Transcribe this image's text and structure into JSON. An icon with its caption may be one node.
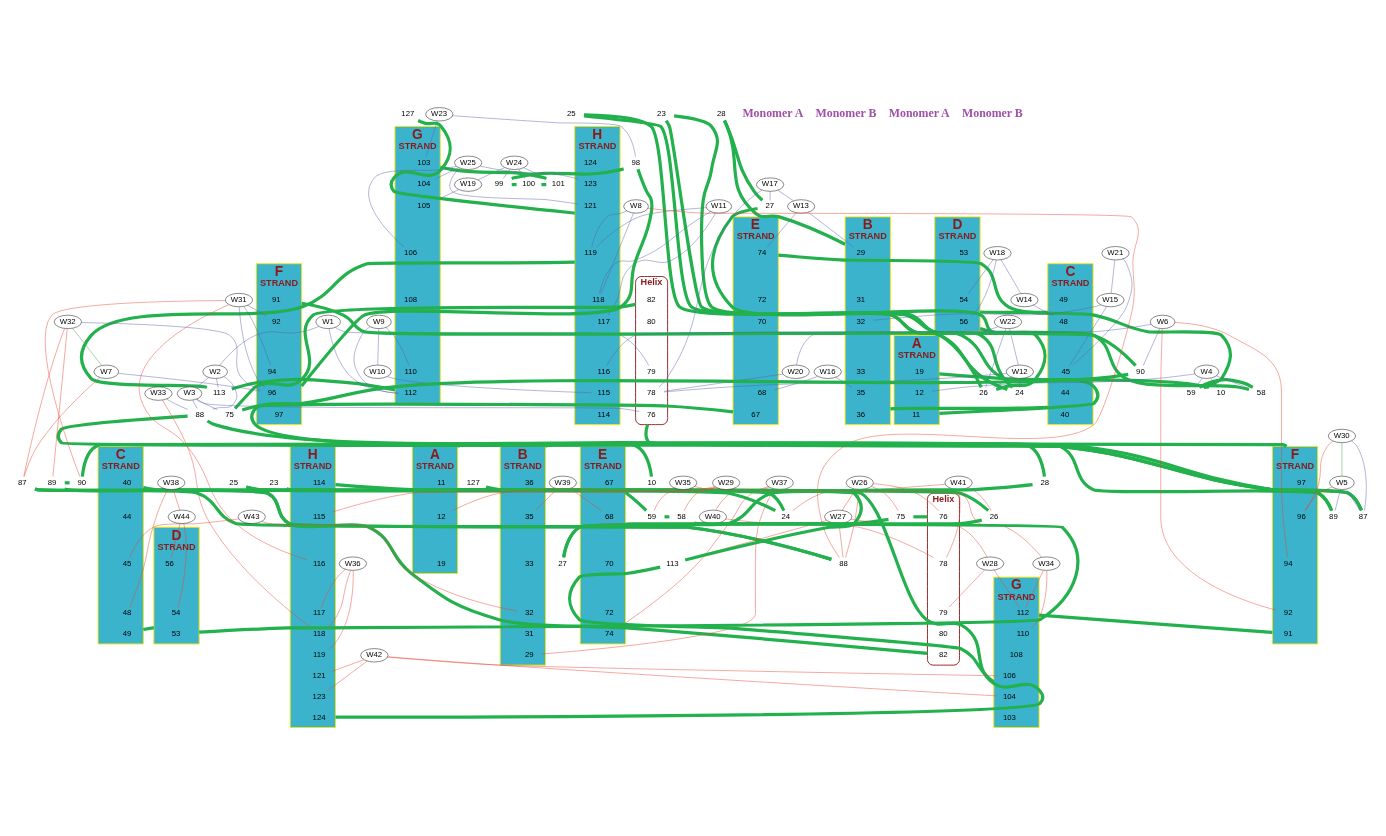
{
  "diagram": {
    "nodes": [
      {
        "text": [
          "A",
          "STRAND"
        ]
      },
      {
        "text": [
          "19"
        ],
        "in": 0
      },
      {
        "text": [
          "12"
        ],
        "in": 0
      },
      {
        "text": [
          "11"
        ],
        "in": 0
      },
      {
        "text": [
          "10"
        ]
      },
      {
        "text": [
          "D",
          "STRAND"
        ]
      },
      {
        "text": [
          "53"
        ],
        "in": 5
      },
      {
        "text": [
          "54"
        ],
        "in": 5
      },
      {
        "text": [
          "56"
        ],
        "in": 5
      },
      {
        "text": [
          "58"
        ]
      },
      {
        "text": [
          "59"
        ]
      },
      {
        "text": [
          "W4"
        ]
      },
      {
        "text": [
          "W18"
        ]
      },
      {
        "text": [
          "C",
          "STRAND"
        ]
      },
      {
        "text": [
          "49"
        ],
        "in": 13
      },
      {
        "text": [
          "48"
        ],
        "in": 13
      },
      {
        "text": [
          "45"
        ],
        "in": 13
      },
      {
        "text": [
          "44"
        ],
        "in": 13
      },
      {
        "text": [
          "40"
        ],
        "in": 13
      },
      {
        "text": [
          "W14"
        ]
      },
      {
        "text": [
          "W21"
        ]
      },
      {
        "text": [
          "W15"
        ]
      },
      {
        "text": [
          "23"
        ]
      },
      {
        "text": [
          "24"
        ]
      },
      {
        "text": [
          "25"
        ]
      },
      {
        "text": [
          "26"
        ]
      },
      {
        "text": [
          "27"
        ]
      },
      {
        "text": [
          "28"
        ]
      },
      {
        "text": [
          "B",
          "STRAND"
        ]
      },
      {
        "text": [
          "29"
        ],
        "in": 28
      },
      {
        "text": [
          "31"
        ],
        "in": 28
      },
      {
        "text": [
          "32"
        ],
        "in": 28
      },
      {
        "text": [
          "33"
        ],
        "in": 28
      },
      {
        "text": [
          "35"
        ],
        "in": 28
      },
      {
        "text": [
          "36"
        ],
        "in": 28
      },
      {
        "text": [
          "W22"
        ]
      },
      {
        "text": [
          "W20"
        ]
      },
      {
        "text": [
          "W12"
        ]
      },
      {
        "text": [
          "W17"
        ]
      },
      {
        "text": [
          "W13"
        ]
      },
      {
        "text": [
          "W16"
        ]
      },
      {
        "text": [
          "W24"
        ]
      },
      {
        "text": [
          "W19"
        ]
      },
      {
        "text": [
          "98"
        ]
      },
      {
        "text": [
          "99"
        ]
      },
      {
        "text": [
          "100"
        ]
      },
      {
        "text": [
          "101"
        ]
      },
      {
        "text": [
          "W23"
        ]
      },
      {
        "text": [
          "G",
          "STRAND"
        ]
      },
      {
        "text": [
          "103"
        ],
        "in": 48
      },
      {
        "text": [
          "104"
        ],
        "in": 48
      },
      {
        "text": [
          "105"
        ],
        "in": 48
      },
      {
        "text": [
          "106"
        ],
        "in": 48
      },
      {
        "text": [
          "108"
        ],
        "in": 48
      },
      {
        "text": [
          "110"
        ],
        "in": 48
      },
      {
        "text": [
          "112"
        ],
        "in": 48
      },
      {
        "text": [
          "W25"
        ]
      },
      {
        "text": [
          "H",
          "STRAND"
        ]
      },
      {
        "text": [
          "124"
        ],
        "in": 57
      },
      {
        "text": [
          "123"
        ],
        "in": 57
      },
      {
        "text": [
          "121"
        ],
        "in": 57
      },
      {
        "text": [
          "119"
        ],
        "in": 57
      },
      {
        "text": [
          "118"
        ],
        "in": 57
      },
      {
        "text": [
          "117"
        ],
        "in": 57
      },
      {
        "text": [
          "116"
        ],
        "in": 57
      },
      {
        "text": [
          "115"
        ],
        "in": 57
      },
      {
        "text": [
          "114"
        ],
        "in": 57
      },
      {
        "text": [
          "127"
        ]
      },
      {
        "text": [
          "W11"
        ]
      },
      {
        "text": [
          "W9"
        ]
      },
      {
        "text": [
          "W10"
        ]
      },
      {
        "text": [
          "113"
        ]
      },
      {
        "text": [
          "Helix"
        ]
      },
      {
        "text": [
          "82"
        ],
        "in": 72
      },
      {
        "text": [
          "80"
        ],
        "in": 72
      },
      {
        "text": [
          "79"
        ],
        "in": 72
      },
      {
        "text": [
          "78"
        ],
        "in": 72
      },
      {
        "text": [
          "76"
        ],
        "in": 72
      },
      {
        "text": [
          "75"
        ]
      },
      {
        "text": [
          "W1"
        ]
      },
      {
        "text": [
          "W2"
        ]
      },
      {
        "text": [
          "W3"
        ]
      },
      {
        "text": [
          "E",
          "STRAND"
        ]
      },
      {
        "text": [
          "74"
        ],
        "in": 82
      },
      {
        "text": [
          "72"
        ],
        "in": 82
      },
      {
        "text": [
          "70"
        ],
        "in": 82
      },
      {
        "text": [
          "68"
        ],
        "in": 82
      },
      {
        "text": [
          "67"
        ],
        "in": 82
      },
      {
        "text": [
          "87"
        ]
      },
      {
        "text": [
          "88"
        ]
      },
      {
        "text": [
          "89"
        ]
      },
      {
        "text": [
          "90"
        ]
      },
      {
        "text": [
          "F",
          "STRAND"
        ]
      },
      {
        "text": [
          "91"
        ],
        "in": 92
      },
      {
        "text": [
          "92"
        ],
        "in": 92
      },
      {
        "text": [
          "94"
        ],
        "in": 92
      },
      {
        "text": [
          "96"
        ],
        "in": 92
      },
      {
        "text": [
          "97"
        ],
        "in": 92
      },
      {
        "text": [
          "W30"
        ]
      },
      {
        "text": [
          "W5"
        ]
      },
      {
        "text": [
          "W6"
        ]
      },
      {
        "text": [
          "W8"
        ]
      },
      {
        "text": [
          "W33"
        ]
      },
      {
        "text": [
          "W31"
        ]
      },
      {
        "text": [
          "W32"
        ]
      },
      {
        "text": [
          "W7"
        ]
      },
      {
        "text": [
          "F",
          "STRAND"
        ]
      },
      {
        "text": [
          "97"
        ],
        "in": 106
      },
      {
        "text": [
          "96"
        ],
        "in": 106
      },
      {
        "text": [
          "94"
        ],
        "in": 106
      },
      {
        "text": [
          "92"
        ],
        "in": 106
      },
      {
        "text": [
          "91"
        ],
        "in": 106
      },
      {
        "text": [
          "90"
        ]
      },
      {
        "text": [
          "89"
        ]
      },
      {
        "text": [
          "88"
        ]
      },
      {
        "text": [
          "87"
        ]
      },
      {
        "text": [
          "E",
          "STRAND"
        ]
      },
      {
        "text": [
          "67"
        ],
        "in": 116
      },
      {
        "text": [
          "68"
        ],
        "in": 116
      },
      {
        "text": [
          "70"
        ],
        "in": 116
      },
      {
        "text": [
          "72"
        ],
        "in": 116
      },
      {
        "text": [
          "74"
        ],
        "in": 116
      },
      {
        "text": [
          "75"
        ]
      },
      {
        "text": [
          "Helix"
        ]
      },
      {
        "text": [
          "76"
        ],
        "in": 123
      },
      {
        "text": [
          "78"
        ],
        "in": 123
      },
      {
        "text": [
          "79"
        ],
        "in": 123
      },
      {
        "text": [
          "80"
        ],
        "in": 123
      },
      {
        "text": [
          "82"
        ],
        "in": 123
      },
      {
        "text": [
          "W26"
        ]
      },
      {
        "text": [
          "W27"
        ]
      },
      {
        "text": [
          "W28"
        ]
      },
      {
        "text": [
          "W39"
        ]
      },
      {
        "text": [
          "W37"
        ]
      },
      {
        "text": [
          "W40"
        ]
      },
      {
        "text": [
          "W41"
        ]
      },
      {
        "text": [
          "B",
          "STRAND"
        ]
      },
      {
        "text": [
          "36"
        ],
        "in": 136
      },
      {
        "text": [
          "35"
        ],
        "in": 136
      },
      {
        "text": [
          "33"
        ],
        "in": 136
      },
      {
        "text": [
          "32"
        ],
        "in": 136
      },
      {
        "text": [
          "31"
        ],
        "in": 136
      },
      {
        "text": [
          "29"
        ],
        "in": 136
      },
      {
        "text": [
          "28"
        ]
      },
      {
        "text": [
          "27"
        ]
      },
      {
        "text": [
          "26"
        ]
      },
      {
        "text": [
          "25"
        ]
      },
      {
        "text": [
          "24"
        ]
      },
      {
        "text": [
          "23"
        ]
      },
      {
        "text": [
          "W43"
        ]
      },
      {
        "text": [
          "C",
          "STRAND"
        ]
      },
      {
        "text": [
          "40"
        ],
        "in": 150
      },
      {
        "text": [
          "44"
        ],
        "in": 150
      },
      {
        "text": [
          "45"
        ],
        "in": 150
      },
      {
        "text": [
          "48"
        ],
        "in": 150
      },
      {
        "text": [
          "49"
        ],
        "in": 150
      },
      {
        "text": [
          "W38"
        ]
      },
      {
        "text": [
          "W44"
        ]
      },
      {
        "text": [
          "113"
        ]
      },
      {
        "text": [
          "H",
          "STRAND"
        ]
      },
      {
        "text": [
          "114"
        ],
        "in": 159
      },
      {
        "text": [
          "115"
        ],
        "in": 159
      },
      {
        "text": [
          "116"
        ],
        "in": 159
      },
      {
        "text": [
          "117"
        ],
        "in": 159
      },
      {
        "text": [
          "118"
        ],
        "in": 159
      },
      {
        "text": [
          "119"
        ],
        "in": 159
      },
      {
        "text": [
          "121"
        ],
        "in": 159
      },
      {
        "text": [
          "123"
        ],
        "in": 159
      },
      {
        "text": [
          "124"
        ],
        "in": 159
      },
      {
        "text": [
          "127"
        ]
      },
      {
        "text": [
          "W35"
        ]
      },
      {
        "text": [
          "W34"
        ]
      },
      {
        "text": [
          "W36"
        ]
      },
      {
        "text": [
          "G",
          "STRAND"
        ]
      },
      {
        "text": [
          "112"
        ],
        "in": 173
      },
      {
        "text": [
          "110"
        ],
        "in": 173
      },
      {
        "text": [
          "108"
        ],
        "in": 173
      },
      {
        "text": [
          "106"
        ],
        "in": 173
      },
      {
        "text": [
          "104"
        ],
        "in": 173
      },
      {
        "text": [
          "103"
        ],
        "in": 173
      },
      {
        "text": [
          "W42"
        ]
      },
      {
        "text": [
          "10"
        ]
      },
      {
        "text": [
          "A",
          "STRAND"
        ]
      },
      {
        "text": [
          "11"
        ],
        "in": 182
      },
      {
        "text": [
          "12"
        ],
        "in": 182
      },
      {
        "text": [
          "19"
        ],
        "in": 182
      },
      {
        "text": [
          "W29"
        ]
      },
      {
        "text": [
          "59"
        ]
      },
      {
        "text": [
          "58"
        ]
      },
      {
        "text": [
          "D",
          "STRAND"
        ]
      },
      {
        "text": [
          "56"
        ],
        "in": 189
      },
      {
        "text": [
          "54"
        ],
        "in": 189
      },
      {
        "text": [
          "53"
        ],
        "in": 189
      }
    ],
    "edges": [
      {
        "from": 11,
        "to": 2,
        "arrow": "none",
        "color": "#5b5ea6"
      },
      {
        "from": 11,
        "to": 4,
        "arrow": "none",
        "color": "#5b5ea6"
      },
      {
        "from": 11,
        "to": 9,
        "arrow": "none",
        "color": "#5b5ea6"
      },
      {
        "from": 11,
        "to": 10,
        "arrow": "none",
        "color": "#5b5ea6"
      },
      {
        "from": 12,
        "to": 7,
        "arrow": "none",
        "color": "#5b5ea6"
      },
      {
        "from": 12,
        "to": 8,
        "arrow": "none",
        "color": "#5b5ea6"
      },
      {
        "from": 12,
        "to": 19,
        "arrow": "none",
        "color": "#5b5ea6"
      },
      {
        "from": 19,
        "to": 15,
        "arrow": "none",
        "color": "#5b5ea6"
      },
      {
        "from": 20,
        "to": 16,
        "arrow": "none",
        "color": "#5b5ea6"
      },
      {
        "from": 20,
        "to": 21,
        "arrow": "none",
        "color": "#5b5ea6"
      },
      {
        "from": 21,
        "to": 16,
        "arrow": "none",
        "color": "#5b5ea6"
      },
      {
        "from": 21,
        "to": 31,
        "arrow": "none",
        "color": "#5b5ea6"
      },
      {
        "from": 35,
        "to": 36,
        "arrow": "none",
        "color": "#5b5ea6"
      },
      {
        "from": 35,
        "to": 25,
        "arrow": "none",
        "color": "#5b5ea6"
      },
      {
        "from": 35,
        "to": 37,
        "arrow": "none",
        "color": "#5b5ea6"
      },
      {
        "from": 37,
        "to": 23,
        "arrow": "none",
        "color": "#5b5ea6"
      },
      {
        "from": 37,
        "to": 25,
        "arrow": "none",
        "color": "#5b5ea6"
      },
      {
        "from": 37,
        "to": 76,
        "arrow": "none",
        "color": "#5b5ea6"
      },
      {
        "from": 36,
        "to": 76,
        "arrow": "none",
        "color": "#5b5ea6"
      },
      {
        "from": 38,
        "to": 26,
        "arrow": "none",
        "color": "#5b5ea6"
      },
      {
        "from": 38,
        "to": 76,
        "arrow": "none",
        "color": "#5b5ea6"
      },
      {
        "from": 38,
        "to": 39,
        "arrow": "none",
        "color": "#5b5ea6"
      },
      {
        "from": 39,
        "to": 29,
        "arrow": "none",
        "color": "#5b5ea6"
      },
      {
        "from": 39,
        "to": 83,
        "arrow": "none",
        "color": "#5b5ea6"
      },
      {
        "from": 40,
        "to": 33,
        "arrow": "none",
        "color": "#5b5ea6"
      },
      {
        "from": 40,
        "to": 86,
        "arrow": "none",
        "color": "#5b5ea6"
      },
      {
        "from": 41,
        "to": 44,
        "arrow": "none",
        "color": "#5b5ea6"
      },
      {
        "from": 41,
        "to": 45,
        "arrow": "none",
        "color": "#5b5ea6"
      },
      {
        "from": 41,
        "to": 46,
        "arrow": "none",
        "color": "#5b5ea6"
      },
      {
        "from": 41,
        "to": 42,
        "arrow": "none",
        "color": "#5b5ea6"
      },
      {
        "from": 42,
        "to": 51,
        "arrow": "none",
        "color": "#5b5ea6"
      },
      {
        "from": 47,
        "to": 43,
        "arrow": "none",
        "color": "#5b5ea6"
      },
      {
        "from": 47,
        "to": 49,
        "arrow": "none",
        "color": "#5b5ea6"
      },
      {
        "from": 56,
        "to": 50,
        "arrow": "none",
        "color": "#5b5ea6"
      },
      {
        "from": 56,
        "to": 52,
        "arrow": "none",
        "color": "#5b5ea6"
      },
      {
        "from": 56,
        "to": 59,
        "arrow": "none",
        "color": "#5b5ea6"
      },
      {
        "from": 56,
        "to": 60,
        "arrow": "none",
        "color": "#5b5ea6"
      },
      {
        "from": 68,
        "to": 61,
        "arrow": "none",
        "color": "#5b5ea6"
      },
      {
        "from": 68,
        "to": 62,
        "arrow": "none",
        "color": "#5b5ea6"
      },
      {
        "from": 68,
        "to": 63,
        "arrow": "none",
        "color": "#5b5ea6"
      },
      {
        "from": 69,
        "to": 54,
        "arrow": "none",
        "color": "#5b5ea6"
      },
      {
        "from": 69,
        "to": 55,
        "arrow": "none",
        "color": "#5b5ea6"
      },
      {
        "from": 69,
        "to": 70,
        "arrow": "none",
        "color": "#5b5ea6"
      },
      {
        "from": 70,
        "to": 65,
        "arrow": "none",
        "color": "#5b5ea6"
      },
      {
        "from": 79,
        "to": 55,
        "arrow": "none",
        "color": "#5b5ea6"
      },
      {
        "from": 79,
        "to": 75,
        "arrow": "none",
        "color": "#5b5ea6"
      },
      {
        "from": 79,
        "to": 80,
        "arrow": "none",
        "color": "#5b5ea6"
      },
      {
        "from": 80,
        "to": 71,
        "arrow": "none",
        "color": "#5b5ea6"
      },
      {
        "from": 80,
        "to": 89,
        "arrow": "none",
        "color": "#5b5ea6"
      },
      {
        "from": 80,
        "to": 81,
        "arrow": "none",
        "color": "#5b5ea6"
      },
      {
        "from": 81,
        "to": 89,
        "arrow": "none",
        "color": "#5b5ea6"
      },
      {
        "from": 81,
        "to": 77,
        "arrow": "none",
        "color": "#5b5ea6"
      },
      {
        "from": 81,
        "to": 78,
        "arrow": "none",
        "color": "#5b5ea6"
      },
      {
        "from": 100,
        "to": 64,
        "arrow": "none",
        "color": "#5b5ea6"
      },
      {
        "from": 100,
        "to": 91,
        "arrow": "none",
        "color": "#5b5ea6"
      },
      {
        "from": 100,
        "to": 110,
        "arrow": "none",
        "color": "#e8412f"
      },
      {
        "from": 100,
        "to": 109,
        "arrow": "none",
        "color": "#e8412f"
      },
      {
        "from": 98,
        "to": 88,
        "arrow": "none",
        "color": "#5b5ea6"
      },
      {
        "from": 98,
        "to": 108,
        "arrow": "none",
        "color": "#e8412f"
      },
      {
        "from": 98,
        "to": 99,
        "arrow": "none",
        "color": "#3aaa3a"
      },
      {
        "from": 99,
        "to": 88,
        "arrow": "none",
        "color": "#5b5ea6"
      },
      {
        "from": 99,
        "to": 90,
        "arrow": "none",
        "color": "#5b5ea6"
      },
      {
        "from": 99,
        "to": 108,
        "arrow": "none",
        "color": "#e8412f"
      },
      {
        "from": 101,
        "to": 61,
        "arrow": "none",
        "color": "#5b5ea6"
      },
      {
        "from": 101,
        "to": 62,
        "arrow": "none",
        "color": "#5b5ea6"
      },
      {
        "from": 101,
        "to": 114,
        "arrow": "none",
        "color": "#e8412f"
      },
      {
        "from": 102,
        "to": 89,
        "arrow": "none",
        "color": "#5b5ea6"
      },
      {
        "from": 102,
        "to": 164,
        "arrow": "none",
        "color": "#e8412f"
      },
      {
        "from": 103,
        "to": 94,
        "arrow": "none",
        "color": "#5b5ea6"
      },
      {
        "from": 103,
        "to": 95,
        "arrow": "none",
        "color": "#5b5ea6"
      },
      {
        "from": 103,
        "to": 96,
        "arrow": "none",
        "color": "#5b5ea6"
      },
      {
        "from": 103,
        "to": 112,
        "arrow": "none",
        "color": "#e8412f"
      },
      {
        "from": 103,
        "to": 162,
        "arrow": "none",
        "color": "#e8412f"
      },
      {
        "from": 104,
        "to": 96,
        "arrow": "none",
        "color": "#5b5ea6"
      },
      {
        "from": 104,
        "to": 113,
        "arrow": "none",
        "color": "#e8412f"
      },
      {
        "from": 104,
        "to": 115,
        "arrow": "none",
        "color": "#e8412f"
      },
      {
        "from": 104,
        "to": 105,
        "arrow": "none",
        "color": "#3aaa3a"
      },
      {
        "from": 105,
        "to": 96,
        "arrow": "none",
        "color": "#5b5ea6"
      },
      {
        "from": 105,
        "to": 115,
        "arrow": "none",
        "color": "#e8412f"
      },
      {
        "from": 132,
        "to": 118,
        "arrow": "none",
        "color": "#e8412f"
      },
      {
        "from": 132,
        "to": 138,
        "arrow": "none",
        "color": "#e8412f"
      },
      {
        "from": 133,
        "to": 121,
        "arrow": "none",
        "color": "#e8412f"
      },
      {
        "from": 133,
        "to": 142,
        "arrow": "none",
        "color": "#e8412f"
      },
      {
        "from": 133,
        "to": 134,
        "arrow": "none",
        "color": "#e8412f"
      },
      {
        "from": 134,
        "to": 125,
        "arrow": "none",
        "color": "#e8412f"
      },
      {
        "from": 134,
        "to": 144,
        "arrow": "none",
        "color": "#e8412f"
      },
      {
        "from": 135,
        "to": 125,
        "arrow": "none",
        "color": "#e8412f"
      },
      {
        "from": 135,
        "to": 145,
        "arrow": "none",
        "color": "#e8412f"
      },
      {
        "from": 135,
        "to": 147,
        "arrow": "none",
        "color": "#e8412f"
      },
      {
        "from": 149,
        "to": 140,
        "arrow": "none",
        "color": "#e8412f"
      },
      {
        "from": 149,
        "to": 153,
        "arrow": "none",
        "color": "#e8412f"
      },
      {
        "from": 156,
        "to": 154,
        "arrow": "none",
        "color": "#e8412f"
      },
      {
        "from": 156,
        "to": 157,
        "arrow": "none",
        "color": "#e8412f"
      },
      {
        "from": 157,
        "to": 190,
        "arrow": "none",
        "color": "#e8412f"
      },
      {
        "from": 157,
        "to": 191,
        "arrow": "none",
        "color": "#e8412f"
      },
      {
        "from": 186,
        "to": 184,
        "arrow": "none",
        "color": "#e8412f"
      },
      {
        "from": 186,
        "to": 187,
        "arrow": "none",
        "color": "#e8412f"
      },
      {
        "from": 186,
        "to": 188,
        "arrow": "none",
        "color": "#e8412f"
      },
      {
        "from": 129,
        "to": 122,
        "arrow": "none",
        "color": "#e8412f"
      },
      {
        "from": 129,
        "to": 124,
        "arrow": "none",
        "color": "#e8412f"
      },
      {
        "from": 129,
        "to": 114,
        "arrow": "none",
        "color": "#e8412f"
      },
      {
        "from": 129,
        "to": 130,
        "arrow": "none",
        "color": "#e8412f"
      },
      {
        "from": 130,
        "to": 114,
        "arrow": "none",
        "color": "#e8412f"
      },
      {
        "from": 130,
        "to": 131,
        "arrow": "none",
        "color": "#e8412f"
      },
      {
        "from": 130,
        "to": 158,
        "arrow": "none",
        "color": "#e8412f"
      },
      {
        "from": 131,
        "to": 126,
        "arrow": "none",
        "color": "#e8412f"
      },
      {
        "from": 131,
        "to": 174,
        "arrow": "none",
        "color": "#e8412f"
      },
      {
        "from": 170,
        "to": 161,
        "arrow": "none",
        "color": "#e8412f"
      },
      {
        "from": 170,
        "to": 171,
        "arrow": "none",
        "color": "#e8412f"
      },
      {
        "from": 171,
        "to": 174,
        "arrow": "none",
        "color": "#e8412f"
      },
      {
        "from": 171,
        "to": 175,
        "arrow": "none",
        "color": "#e8412f"
      },
      {
        "from": 172,
        "to": 163,
        "arrow": "none",
        "color": "#e8412f"
      },
      {
        "from": 172,
        "to": 164,
        "arrow": "none",
        "color": "#e8412f"
      },
      {
        "from": 172,
        "to": 165,
        "arrow": "none",
        "color": "#e8412f"
      },
      {
        "from": 180,
        "to": 166,
        "arrow": "none",
        "color": "#e8412f"
      },
      {
        "from": 180,
        "to": 167,
        "arrow": "none",
        "color": "#e8412f"
      },
      {
        "from": 180,
        "to": 177,
        "arrow": "none",
        "color": "#e8412f"
      },
      {
        "from": 180,
        "to": 178,
        "arrow": "none",
        "color": "#e8412f"
      },
      {
        "from": 4,
        "to": 0,
        "arrow": "none",
        "style": "thick",
        "color": "#22b14c"
      },
      {
        "from": 0,
        "to": 22,
        "arrow": "none",
        "style": "thick",
        "color": "#22b14c"
      },
      {
        "from": 22,
        "to": 23,
        "arrow": "none",
        "style": "thick",
        "color": "#22b14c"
      },
      {
        "from": 23,
        "to": 24,
        "arrow": "none",
        "style": "thick",
        "color": "#22b14c"
      },
      {
        "from": 24,
        "to": 25,
        "arrow": "none",
        "style": "thick",
        "color": "#22b14c"
      },
      {
        "from": 25,
        "to": 26,
        "arrow": "none",
        "style": "thick",
        "color": "#22b14c"
      },
      {
        "from": 26,
        "to": 27,
        "arrow": "none",
        "style": "thick",
        "color": "#22b14c"
      },
      {
        "from": 27,
        "to": 28,
        "arrow": "none",
        "style": "thick",
        "color": "#22b14c"
      },
      {
        "from": 28,
        "to": 13,
        "arrow": "none",
        "style": "thick",
        "color": "#22b14c"
      },
      {
        "from": 13,
        "to": 5,
        "arrow": "none",
        "style": "thick",
        "color": "#22b14c"
      },
      {
        "from": 5,
        "to": 9,
        "arrow": "none",
        "style": "thick",
        "color": "#22b14c"
      },
      {
        "from": 9,
        "to": 10,
        "arrow": "none",
        "style": "thick",
        "color": "#22b14c"
      },
      {
        "from": 10,
        "to": 82,
        "arrow": "none",
        "style": "thick",
        "color": "#22b14c"
      },
      {
        "from": 82,
        "to": 78,
        "arrow": "none",
        "style": "thick",
        "color": "#22b14c"
      },
      {
        "from": 78,
        "to": 72,
        "arrow": "none",
        "style": "thick",
        "color": "#22b14c"
      },
      {
        "from": 72,
        "to": 88,
        "arrow": "none",
        "style": "thick",
        "color": "#22b14c"
      },
      {
        "from": 88,
        "to": 89,
        "arrow": "none",
        "style": "thick",
        "color": "#22b14c"
      },
      {
        "from": 89,
        "to": 90,
        "arrow": "none",
        "style": "thick",
        "color": "#22b14c"
      },
      {
        "from": 90,
        "to": 91,
        "arrow": "none",
        "style": "thick",
        "color": "#22b14c"
      },
      {
        "from": 91,
        "to": 92,
        "arrow": "none",
        "style": "thick",
        "color": "#22b14c"
      },
      {
        "from": 92,
        "to": 43,
        "arrow": "none",
        "style": "thick",
        "color": "#22b14c"
      },
      {
        "from": 43,
        "to": 44,
        "arrow": "none",
        "style": "thick",
        "color": "#22b14c"
      },
      {
        "from": 44,
        "to": 45,
        "arrow": "none",
        "style": "thick",
        "color": "#22b14c"
      },
      {
        "from": 45,
        "to": 46,
        "arrow": "none",
        "style": "thick",
        "color": "#22b14c"
      },
      {
        "from": 46,
        "to": 48,
        "arrow": "none",
        "style": "thick",
        "color": "#22b14c"
      },
      {
        "from": 48,
        "to": 71,
        "arrow": "none",
        "style": "thick",
        "color": "#22b14c"
      },
      {
        "from": 71,
        "to": 57,
        "arrow": "none",
        "style": "thick",
        "color": "#22b14c"
      },
      {
        "from": 57,
        "to": 67,
        "arrow": "none",
        "style": "thick",
        "color": "#22b14c"
      },
      {
        "from": 181,
        "to": 182,
        "arrow": "none",
        "style": "thick",
        "color": "#22b14c"
      },
      {
        "from": 182,
        "to": 148,
        "arrow": "none",
        "style": "thick",
        "color": "#22b14c"
      },
      {
        "from": 148,
        "to": 147,
        "arrow": "none",
        "style": "thick",
        "color": "#22b14c"
      },
      {
        "from": 147,
        "to": 146,
        "arrow": "none",
        "style": "thick",
        "color": "#22b14c"
      },
      {
        "from": 146,
        "to": 145,
        "arrow": "none",
        "style": "thick",
        "color": "#22b14c"
      },
      {
        "from": 145,
        "to": 144,
        "arrow": "none",
        "style": "thick",
        "color": "#22b14c"
      },
      {
        "from": 144,
        "to": 143,
        "arrow": "none",
        "style": "thick",
        "color": "#22b14c"
      },
      {
        "from": 143,
        "to": 136,
        "arrow": "none",
        "style": "thick",
        "color": "#22b14c"
      },
      {
        "from": 136,
        "to": 150,
        "arrow": "none",
        "style": "thick",
        "color": "#22b14c"
      },
      {
        "from": 150,
        "to": 189,
        "arrow": "none",
        "style": "thick",
        "color": "#22b14c"
      },
      {
        "from": 189,
        "to": 188,
        "arrow": "none",
        "style": "thick",
        "color": "#22b14c"
      },
      {
        "from": 188,
        "to": 187,
        "arrow": "none",
        "style": "thick",
        "color": "#22b14c"
      },
      {
        "from": 187,
        "to": 116,
        "arrow": "none",
        "style": "thick",
        "color": "#22b14c"
      },
      {
        "from": 116,
        "to": 122,
        "arrow": "none",
        "style": "thick",
        "color": "#22b14c"
      },
      {
        "from": 122,
        "to": 123,
        "arrow": "none",
        "style": "thick",
        "color": "#22b14c"
      },
      {
        "from": 123,
        "to": 115,
        "arrow": "none",
        "style": "thick",
        "color": "#22b14c"
      },
      {
        "from": 115,
        "to": 114,
        "arrow": "none",
        "style": "thick",
        "color": "#22b14c"
      },
      {
        "from": 114,
        "to": 113,
        "arrow": "none",
        "style": "thick",
        "color": "#22b14c"
      },
      {
        "from": 113,
        "to": 112,
        "arrow": "none",
        "style": "thick",
        "color": "#22b14c"
      },
      {
        "from": 112,
        "to": 106,
        "arrow": "none",
        "style": "thick",
        "color": "#22b14c"
      },
      {
        "from": 106,
        "to": 173,
        "arrow": "none",
        "style": "thick",
        "color": "#22b14c"
      },
      {
        "from": 173,
        "to": 158,
        "arrow": "none",
        "style": "thick",
        "color": "#22b14c"
      },
      {
        "from": 158,
        "to": 159,
        "arrow": "none",
        "style": "thick",
        "color": "#22b14c"
      },
      {
        "from": 159,
        "to": 169,
        "arrow": "none",
        "style": "thick",
        "color": "#22b14c"
      }
    ],
    "labels": [
      "Monomer A",
      "Monomer B",
      "Monomer A",
      "Monomer B"
    ]
  }
}
